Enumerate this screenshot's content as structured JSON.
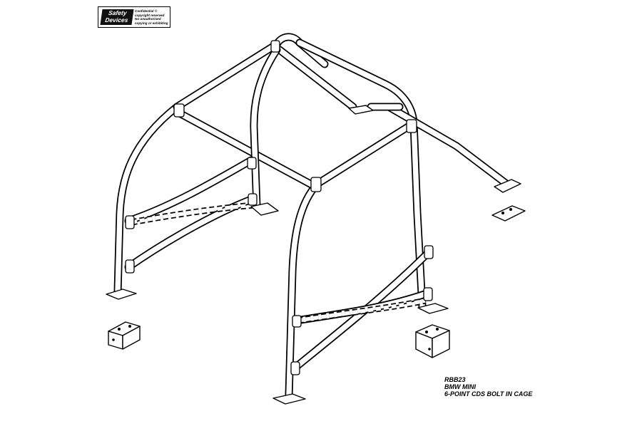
{
  "logo": {
    "brand_line1": "Safety",
    "brand_line2": "Devices",
    "notice_line1": "Confidential ©",
    "notice_line2": "copyright reserved",
    "notice_line3": "No unauthorised",
    "notice_line4": "copying or exhibiting"
  },
  "caption": {
    "part_code": "RBB23",
    "vehicle": "BMW MINI",
    "description": "6-POINT CDS BOLT IN CAGE"
  }
}
